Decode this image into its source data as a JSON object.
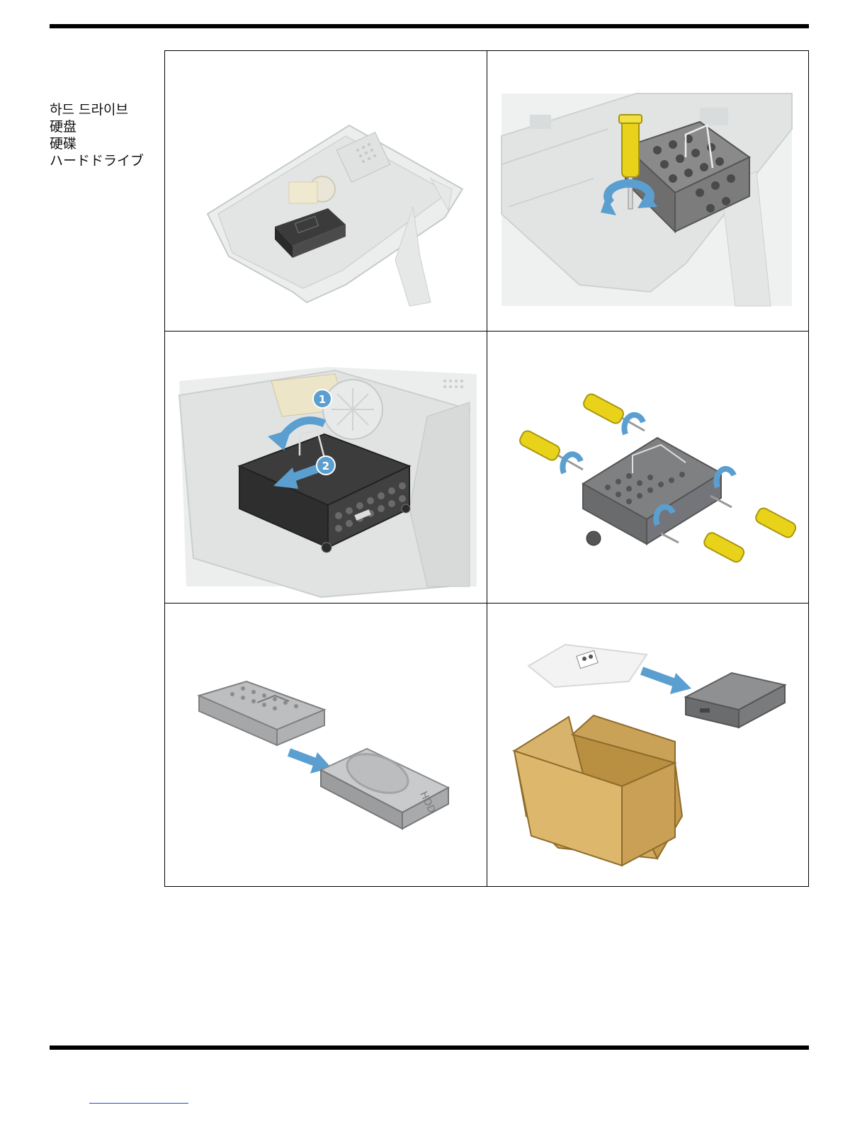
{
  "section_labels": {
    "korean": "하드 드라이브",
    "simplified_chinese": "硬盘",
    "traditional_chinese": "硬碟",
    "japanese": "ハードドライブ"
  },
  "figures": [
    {
      "name": "computer-rear-overview",
      "callouts": []
    },
    {
      "name": "remove-drive-screw",
      "callouts": []
    },
    {
      "name": "slide-drive-out",
      "callouts": [
        "1",
        "2"
      ]
    },
    {
      "name": "remove-bracket-screws",
      "callouts": []
    },
    {
      "name": "separate-drive-from-bracket",
      "callouts": []
    },
    {
      "name": "unpack-replacement-drive",
      "callouts": []
    }
  ],
  "drive_label_text": "HDD",
  "colors": {
    "rule": "#000000",
    "arrow": "#5b9fd0",
    "screwdriver": "#e8d21a",
    "box": "#d4ac5e",
    "drive_dark": "#4a4a4a",
    "drive_gray": "#9a9a9a",
    "chassis": "#e2e4e4"
  }
}
